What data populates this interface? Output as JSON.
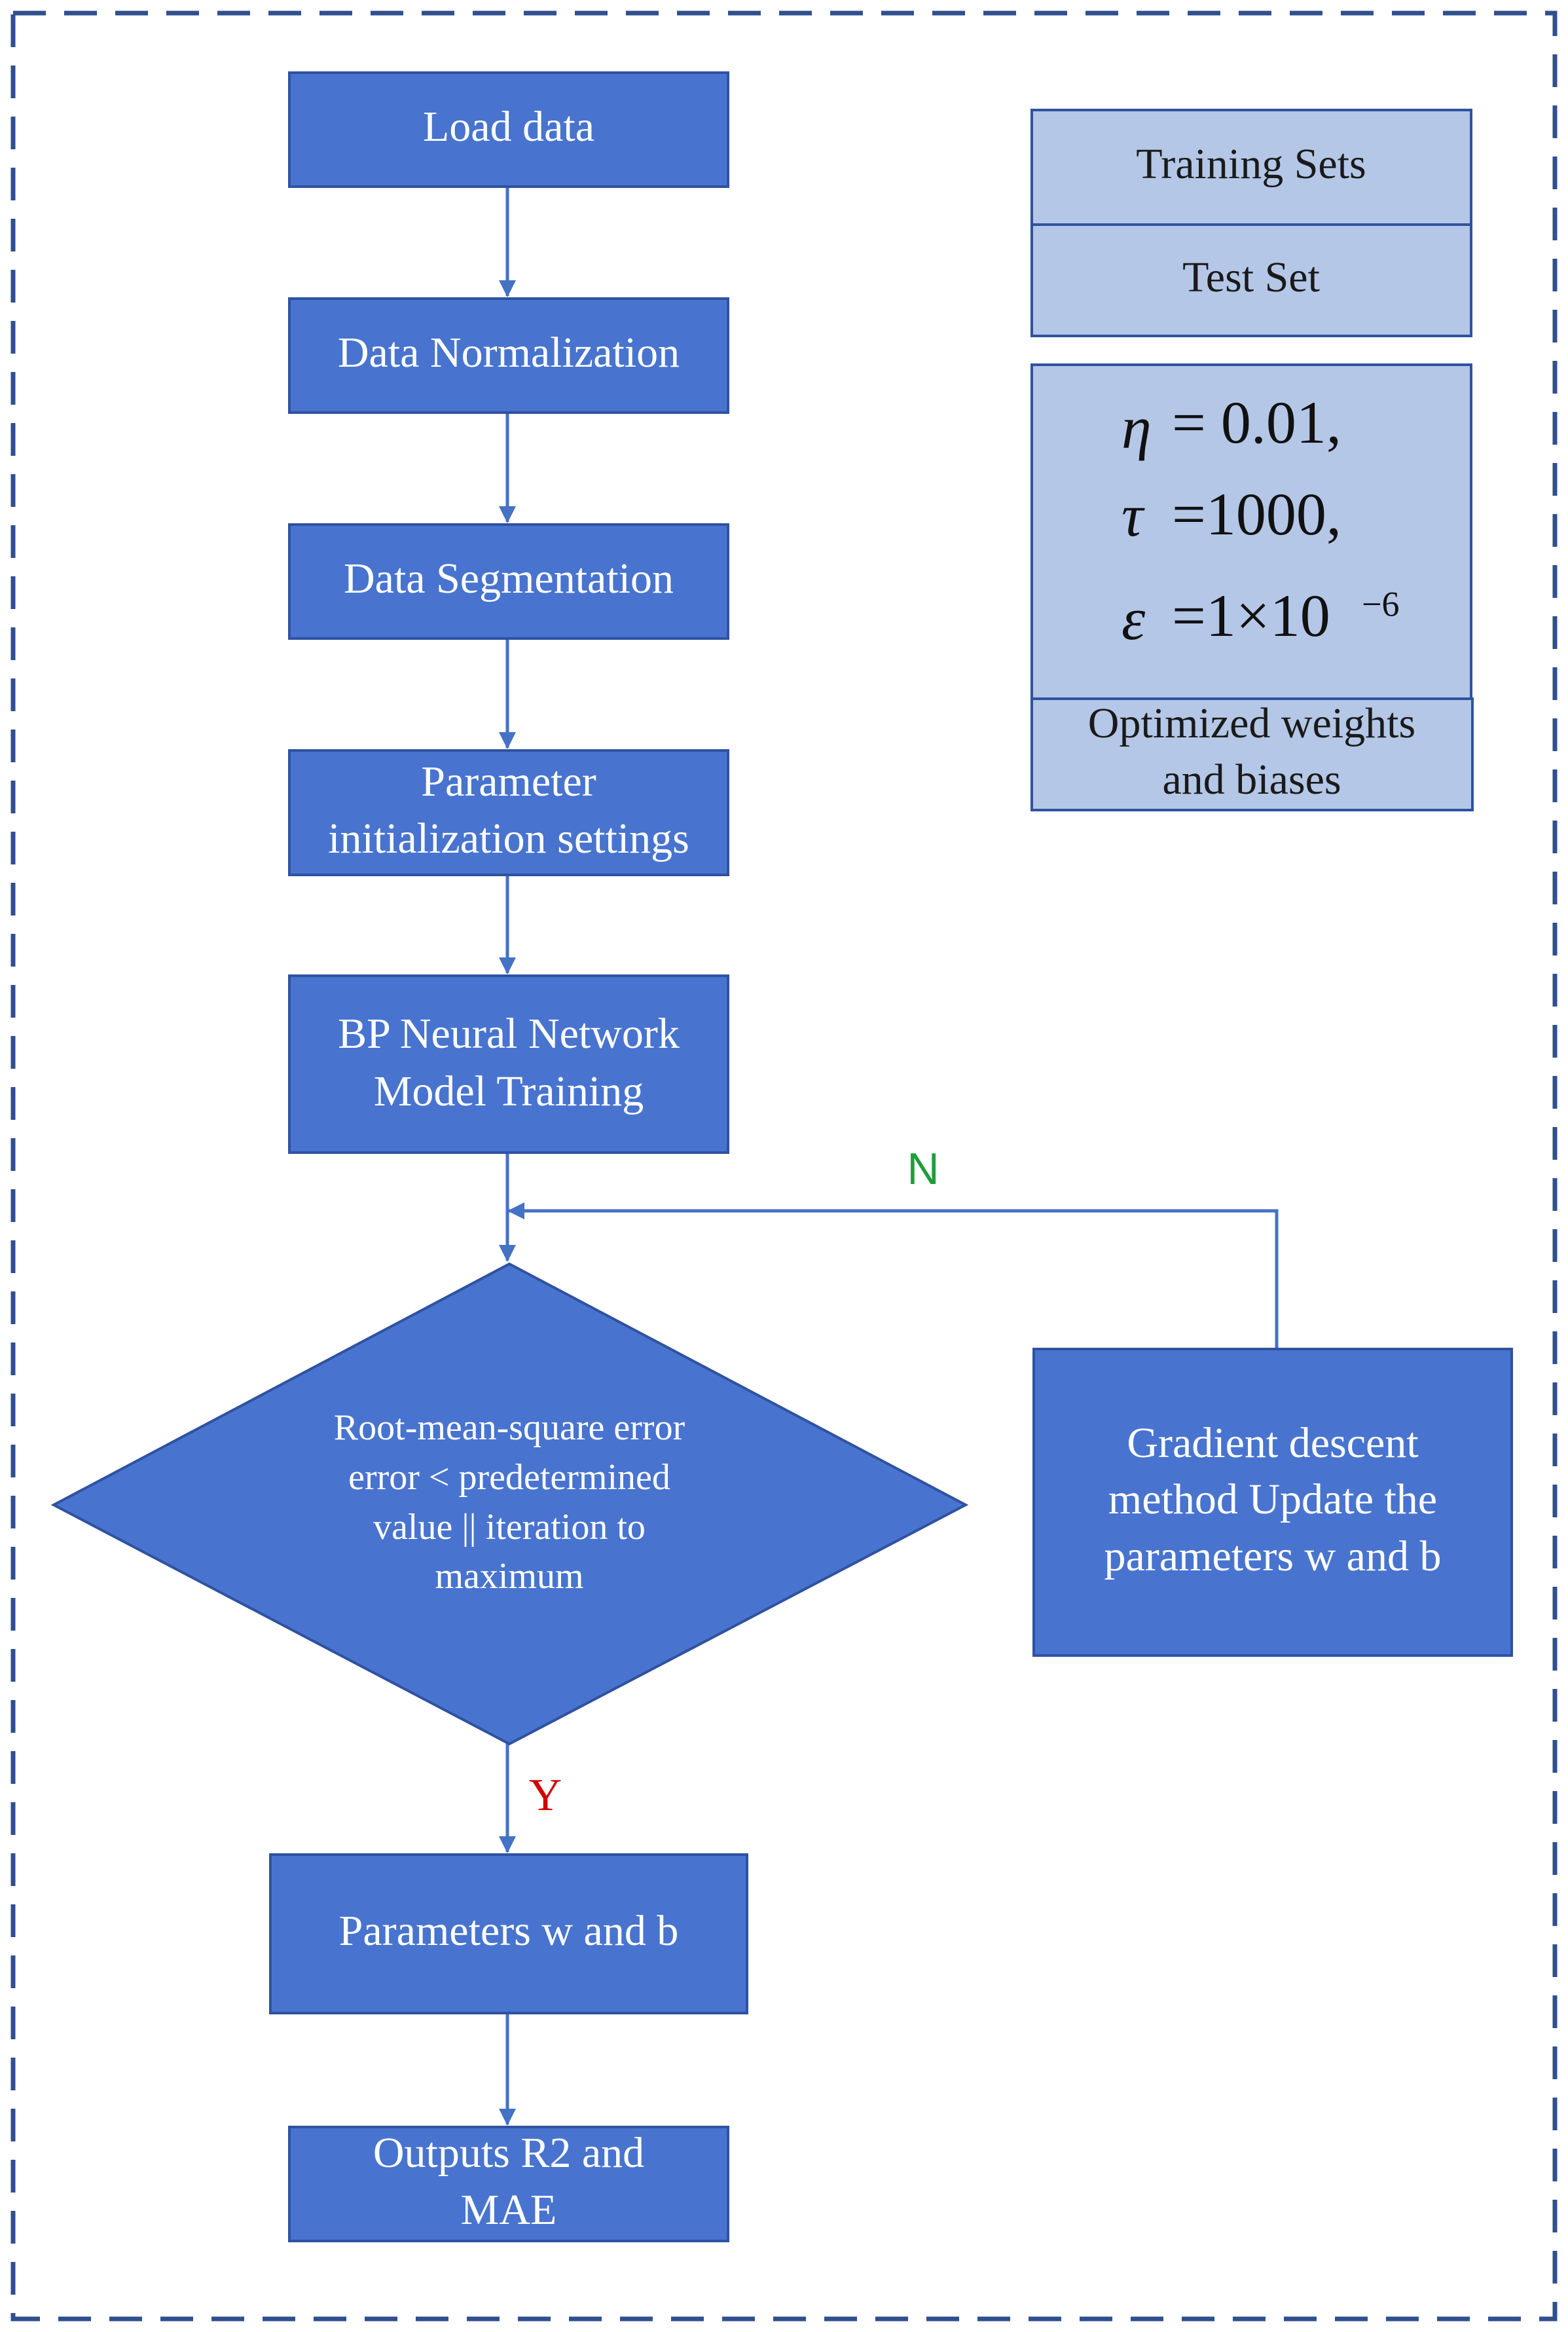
{
  "colors": {
    "box_fill": "#4874CF",
    "box_stroke": "#2F52A0",
    "side_fill": "#B4C7E7",
    "side_stroke": "#2F52A0",
    "arrow": "#4472C4",
    "frame": "#2F4F8F",
    "label_n": "#1E9E3A",
    "label_y": "#D00000"
  },
  "flow": {
    "load_data": "Load data",
    "data_normalization": "Data Normalization",
    "data_segmentation": "Data Segmentation",
    "param_init": [
      "Parameter",
      "initialization settings"
    ],
    "bp_training": [
      "BP Neural Network",
      "Model Training"
    ],
    "decision": [
      "Root-mean-square error",
      "error < predetermined",
      "value || iteration to",
      "maximum"
    ],
    "gradient": [
      "Gradient descent",
      "method Update the",
      "parameters w and b"
    ],
    "params_wb": "Parameters w and b",
    "outputs": [
      "Outputs R2 and",
      "MAE"
    ]
  },
  "labels": {
    "no": "N",
    "yes": "Y"
  },
  "side": {
    "training_sets": "Training Sets",
    "test_set": "Test Set",
    "hyperparams": {
      "eta_sym": "η",
      "eta_val": "= 0.01,",
      "tau_sym": "τ",
      "tau_val": "=1000,",
      "eps_sym": "ε",
      "eps_val": "=1×10",
      "eps_exp": "−6"
    },
    "optimized": [
      "Optimized weights",
      "and biases"
    ]
  }
}
